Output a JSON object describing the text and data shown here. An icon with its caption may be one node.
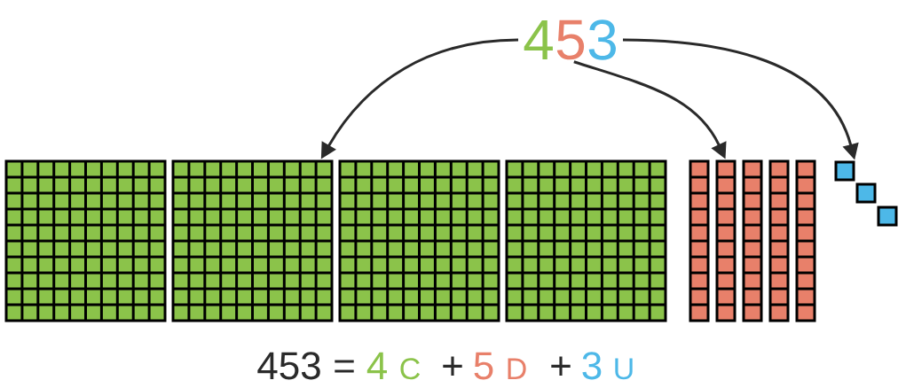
{
  "diagram": {
    "nodes": [
      {
        "text": [
          "4"
        ]
      },
      {
        "text": [
          "5"
        ]
      },
      {
        "text": [
          "3"
        ]
      },
      {
        "text": [],
        "shape": "grid"
      },
      {
        "text": [],
        "shape": "grid"
      },
      {
        "text": [],
        "shape": "grid"
      },
      {
        "text": [],
        "shape": "grid"
      },
      {
        "text": [],
        "shape": "bar"
      },
      {
        "text": [],
        "shape": "bar"
      },
      {
        "text": [],
        "shape": "bar"
      },
      {
        "text": [],
        "shape": "bar"
      },
      {
        "text": [],
        "shape": "bar"
      },
      {
        "text": [],
        "shape": "box"
      },
      {
        "text": [],
        "shape": "box"
      },
      {
        "text": [],
        "shape": "box"
      }
    ],
    "edges": [
      {
        "from": 0,
        "to": 4,
        "arrow": "to"
      },
      {
        "from": 1,
        "to": 8,
        "arrow": "to"
      },
      {
        "from": 2,
        "to": 12,
        "arrow": "to"
      }
    ],
    "labels": [
      "453",
      "=",
      "4",
      "C",
      "+",
      "5",
      "D",
      "+",
      "3",
      "U"
    ]
  }
}
